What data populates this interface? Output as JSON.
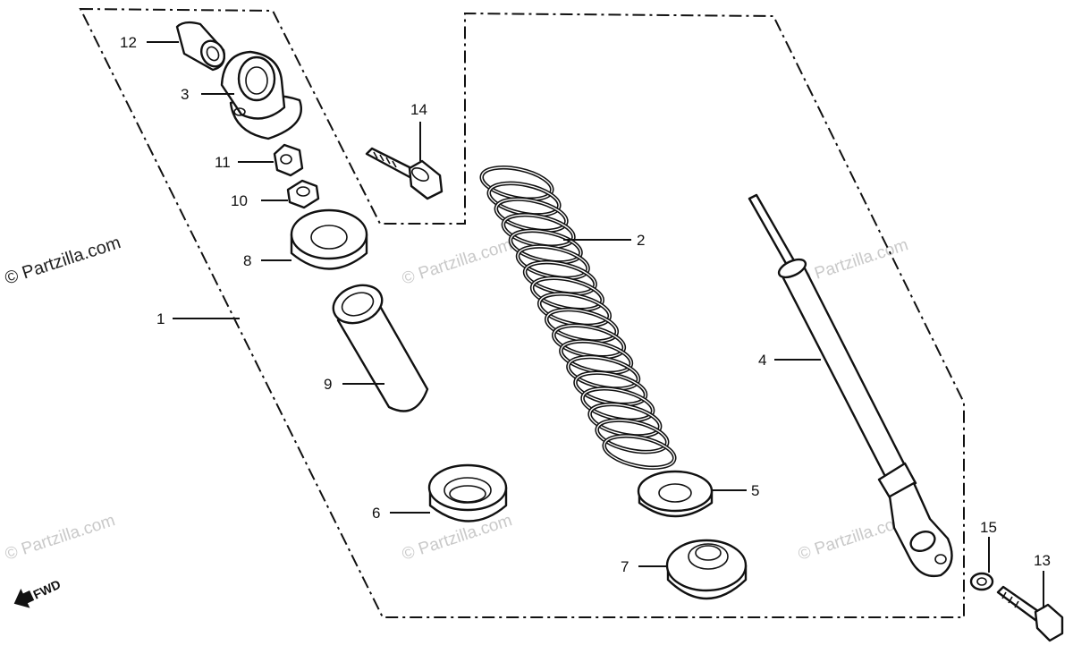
{
  "watermark": "© Partzilla.com",
  "fwd_label": "FWD",
  "callouts": {
    "c1": "1",
    "c2": "2",
    "c3": "3",
    "c4": "4",
    "c5": "5",
    "c6": "6",
    "c7": "7",
    "c8": "8",
    "c9": "9",
    "c10": "10",
    "c11": "11",
    "c12": "12",
    "c13": "13",
    "c14": "14",
    "c15": "15"
  }
}
